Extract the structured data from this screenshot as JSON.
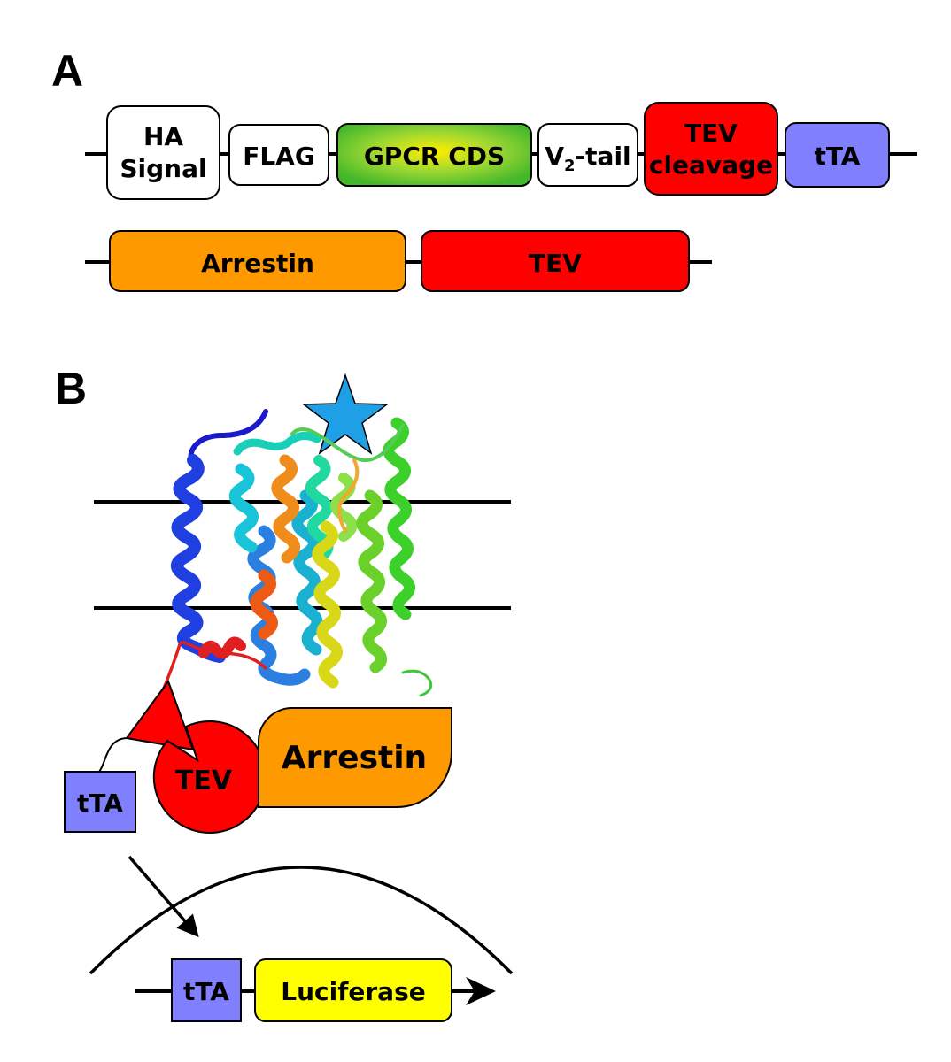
{
  "panels": {
    "a": "A",
    "b": "B"
  },
  "construct_receptor": {
    "ha_signal_line1": "HA",
    "ha_signal_line2": "Signal",
    "flag": "FLAG",
    "gpcr_cds": "GPCR CDS",
    "v2_tail_prefix": "V",
    "v2_tail_sub": "2",
    "v2_tail_suffix": "-tail",
    "tev_cleavage_line1": "TEV",
    "tev_cleavage_line2": "cleavage",
    "tta": "tTA"
  },
  "construct_arrestin": {
    "arrestin": "Arrestin",
    "tev": "TEV"
  },
  "mechanism": {
    "tev": "TEV",
    "arrestin": "Arrestin",
    "tta": "tTA"
  },
  "reporter": {
    "tta": "tTA",
    "luciferase": "Luciferase"
  },
  "colors": {
    "tev_red": "#ff0000",
    "arrestin_orange": "#ff9900",
    "tta_blue": "#8080ff",
    "luciferase_yellow": "#ffff00",
    "star_blue": "#1fa0e6",
    "gpcr_green": "#66cc33"
  }
}
